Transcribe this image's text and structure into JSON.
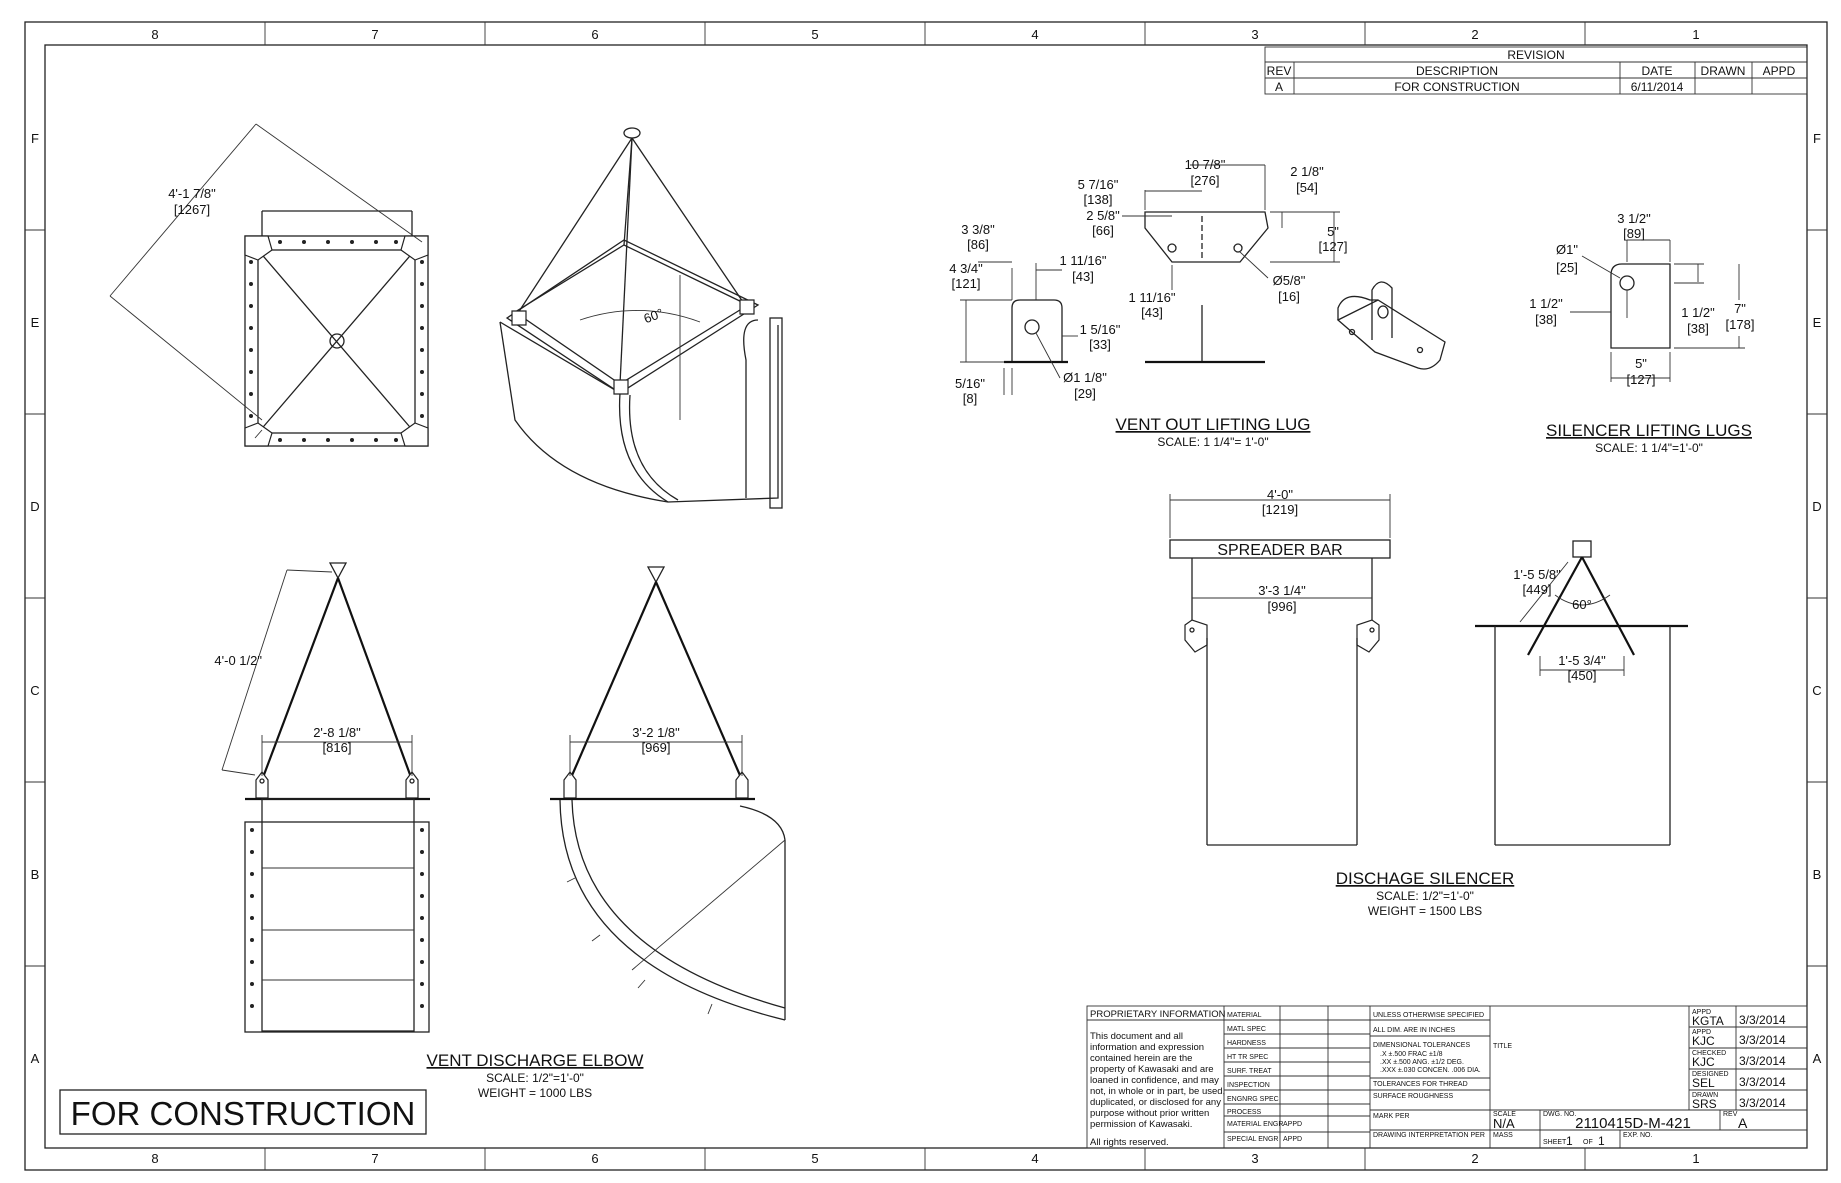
{
  "grid": {
    "columns": [
      "8",
      "7",
      "6",
      "5",
      "4",
      "3",
      "2",
      "1"
    ],
    "rows": [
      "F",
      "E",
      "D",
      "C",
      "B",
      "A"
    ]
  },
  "revision": {
    "heading": "REVISION",
    "headers": {
      "rev": "REV",
      "description": "DESCRIPTION",
      "date": "DATE",
      "drawn": "DRAWN",
      "appd": "APPD"
    },
    "row": {
      "rev": "A",
      "description": "FOR CONSTRUCTION",
      "date": "6/11/2014",
      "drawn": "",
      "appd": ""
    }
  },
  "views": {
    "elbow_top": {
      "dim1": "4'-1 7/8\"",
      "dim1_mm": "[1267]"
    },
    "elbow_iso": {
      "angle": "60°"
    },
    "elbow_front": {
      "sling": "4'-0 1/2\"",
      "span": "2'-8 1/8\"",
      "span_mm": "[816]"
    },
    "elbow_side": {
      "span": "3'-2 1/8\"",
      "span_mm": "[969]"
    },
    "elbow_title": {
      "name": "VENT DISCHARGE ELBOW",
      "scale": "SCALE: 1/2\"=1'-0\"",
      "weight": "WEIGHT = 1000 LBS"
    },
    "vent_lug": {
      "title": "VENT OUT LIFTING LUG",
      "scale": "SCALE: 1 1/4\"= 1'-0\"",
      "d_338": "3 3/8\"",
      "d_338_mm": "[86]",
      "d_434": "4 3/4\"",
      "d_434_mm": "[121]",
      "d_11116a": "1 11/16\"",
      "d_11116a_mm": "[43]",
      "d_1516": "1 5/16\"",
      "d_1516_mm": "[33]",
      "d_516": "5/16\"",
      "d_516_mm": "[8]",
      "d_phi118": "Ø1 1/8\"",
      "d_phi118_mm": "[29]",
      "d_5716": "5 7/16\"",
      "d_5716_mm": "[138]",
      "d_1078": "10 7/8\"",
      "d_1078_mm": "[276]",
      "d_218": "2 1/8\"",
      "d_218_mm": "[54]",
      "d_258": "2 5/8\"",
      "d_258_mm": "[66]",
      "d_5": "5\"",
      "d_5_mm": "[127]",
      "d_11116b": "1 11/16\"",
      "d_11116b_mm": "[43]",
      "d_phi58": "Ø5/8\"",
      "d_phi58_mm": "[16]"
    },
    "silencer_lug": {
      "title": "SILENCER LIFTING LUGS",
      "scale": "SCALE: 1 1/4\"=1'-0\"",
      "d_312": "3 1/2\"",
      "d_312_mm": "[89]",
      "d_phi1": "Ø1\"",
      "d_phi1_mm": "[25]",
      "d_112a": "1 1/2\"",
      "d_112a_mm": "[38]",
      "d_112b": "1 1/2\"",
      "d_112b_mm": "[38]",
      "d_7": "7\"",
      "d_7_mm": "[178]",
      "d_5": "5\"",
      "d_5_mm": "[127]"
    },
    "silencer": {
      "bar_label": "SPREADER BAR",
      "bar_len": "4'-0\"",
      "bar_len_mm": "[1219]",
      "lug_span": "3'-3 1/4\"",
      "lug_span_mm": "[996]",
      "sling": "1'-5 5/8\"",
      "sling_mm": "[449]",
      "angle": "60°",
      "span2": "1'-5 3/4\"",
      "span2_mm": "[450]",
      "title": "DISCHAGE SILENCER",
      "scale": "SCALE: 1/2\"=1'-0\"",
      "weight": "WEIGHT = 1500 LBS"
    }
  },
  "stamp": "FOR CONSTRUCTION",
  "title_block": {
    "proprietary_heading": "PROPRIETARY INFORMATION",
    "proprietary_lines": [
      "This document and all",
      "information and expression",
      "contained herein are the",
      "property of Kawasaki and are",
      "loaned in confidence, and may",
      "not, in whole or in part, be used,",
      "duplicated, or disclosed for any",
      "purpose without prior written",
      "permission of Kawasaki."
    ],
    "rights": "All rights reserved.",
    "fields": [
      "MATERIAL",
      "MATL SPEC",
      "HARDNESS",
      "HT TR SPEC",
      "SURF. TREAT",
      "INSPECTION",
      "ENGNRG SPEC",
      "PROCESS",
      "MATERIAL ENGR",
      "SPECIAL ENGR"
    ],
    "appd1": "APPD",
    "appd2": "APPD",
    "notes": [
      "UNLESS OTHERWISE SPECIFIED",
      "ALL DIM. ARE IN INCHES",
      "DIMENSIONAL TOLERANCES",
      ".X ±.500  FRAC ±1/8",
      ".XX ±.500 ANG. ±1/2 DEG.",
      ".XXX ±.030 CONCEN. .006 DIA.",
      "TOLERANCES FOR THREAD",
      "SURFACE ROUGHNESS"
    ],
    "mark_per": "MARK PER",
    "interp_per": "DRAWING INTERPRETATION PER",
    "title_label": "TITLE",
    "approvals": [
      {
        "role": "APPD",
        "name": "KGTA",
        "date": "3/3/2014"
      },
      {
        "role": "APPD",
        "name": "KJC",
        "date": "3/3/2014"
      },
      {
        "role": "CHECKED",
        "name": "KJC",
        "date": "3/3/2014"
      },
      {
        "role": "DESIGNED",
        "name": "SEL",
        "date": "3/3/2014"
      },
      {
        "role": "DRAWN",
        "name": "SRS",
        "date": "3/3/2014"
      }
    ],
    "scale_label": "SCALE",
    "scale_value": "N/A",
    "mass_label": "MASS",
    "dwg_label": "DWG. NO.",
    "dwg_no": "2110415D-M-421",
    "rev_label": "REV",
    "rev_value": "A",
    "sheet_label": "SHEET",
    "sheet_no": "1",
    "of_label": "OF",
    "sheet_total": "1",
    "exp_label": "EXP. NO."
  }
}
